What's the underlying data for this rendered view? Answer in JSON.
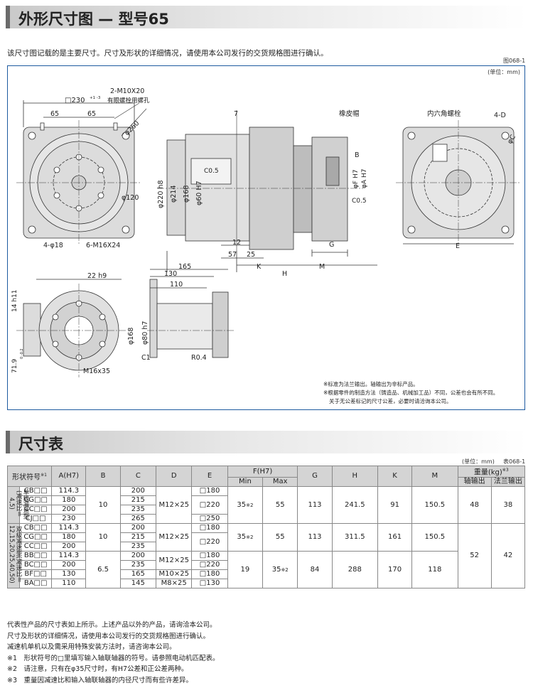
{
  "section1": {
    "title": "外形尺寸图 — 型号65"
  },
  "intro": "该尺寸图记载的是主要尺寸。尺寸及形状的详细情况，请使用本公司发行的交货规格图进行确认。",
  "figure": {
    "fig_no": "图068-1",
    "unit": "(单位：mm)",
    "labels": {
      "sq230": "□230",
      "sq230_tol": "+1 -3",
      "m10": "2-M10X20",
      "eyebolt": "有眼螺栓用螺孔",
      "d65a": "65",
      "d65b": "65",
      "phi260": "φ260",
      "phi120": "φ120",
      "holes4": "4-φ18",
      "m16x24": "6-M16X24",
      "d7": "7",
      "phi220": "φ220 h8",
      "phi214": "φ214",
      "phi168": "φ168",
      "phi60": "φ60 H7",
      "c05a": "C0.5",
      "grommet": "橡皮帽",
      "hexbolt": "内六角螺栓",
      "holes4d": "4-D",
      "phic": "φC",
      "b": "B",
      "phif": "φF H7",
      "phia": "φA H7",
      "c05b": "C0.5",
      "d12": "12",
      "d57": "57",
      "d25": "25",
      "g": "G",
      "e": "E",
      "d165": "165",
      "k": "K",
      "m": "M",
      "d130": "130",
      "h": "H",
      "d110": "110",
      "h22": "22 h9",
      "h14": "14 h11",
      "d71": "71.9",
      "d71_tol": "0 -0.2",
      "m16x35": "M16x35",
      "phi168b": "φ168",
      "phi80": "φ80 h7",
      "c1": "C1",
      "r04": "R0.4",
      "note1": "※标准为法兰输出。轴输出为非标产品。",
      "note2": "※根据零件的制造方法（铸造品、机械加工品）不同，公差也会有所不同。",
      "note3": "关于无公差标记的尺寸公差，必要时请洽询本公司。"
    }
  },
  "section2": {
    "title": "尺寸表"
  },
  "table": {
    "unit": "(单位：mm)",
    "table_no": "表068-1",
    "headers": {
      "model": "形状符号",
      "model_mark": "※1",
      "a": "A(H7)",
      "b": "B",
      "c": "C",
      "d": "D",
      "e": "E",
      "f": "F(H7)",
      "fmin": "Min",
      "fmax": "Max",
      "g": "G",
      "h": "H",
      "k": "K",
      "m": "M",
      "weight": "重量(kg)",
      "weight_mark": "※3",
      "shaft": "轴输出",
      "flange": "法兰输出"
    },
    "group1": "单级减速型(减速比＝4,5)",
    "group2": "双级减速型(减速比＝12,15,20,25,40,50)",
    "rows": {
      "cb1": "CB□□",
      "a_cb1": "114.3",
      "c_cb1": "200",
      "cg1": "CG□□",
      "a_cg1": "180",
      "c_cg1": "215",
      "cc1": "CC□□",
      "a_cc1": "200",
      "c_cc1": "235",
      "cj1": "CJ□□",
      "a_cj1": "230",
      "c_cj1": "265",
      "cb2": "CB□□",
      "a_cb2": "114.3",
      "c_cb2": "200",
      "cg2": "CG□□",
      "a_cg2": "180",
      "c_cg2": "215",
      "cc2": "CC□□",
      "a_cc2": "200",
      "c_cc2": "235",
      "bb": "BB□□",
      "a_bb": "114.3",
      "c_bb": "200",
      "bc": "BC□□",
      "a_bc": "200",
      "c_bc": "235",
      "bf": "BF□□",
      "a_bf": "130",
      "c_bf": "165",
      "ba": "BA□□",
      "a_ba": "110",
      "c_ba": "145"
    },
    "vals": {
      "b1": "10",
      "d1": "M12×25",
      "e1a": "□180",
      "e1b": "□220",
      "e1c": "□250",
      "fmin1": "35",
      "fmin_mark": "※2",
      "fmax1": "55",
      "g1": "113",
      "h1": "241.5",
      "k1": "91",
      "m1": "150.5",
      "w1s": "48",
      "w1f": "38",
      "b2": "10",
      "d2": "M12×25",
      "e2a": "□180",
      "e2b": "□220",
      "fmin2": "35",
      "fmax2": "55",
      "g2": "113",
      "h2": "311.5",
      "k2": "161",
      "m2": "150.5",
      "b3": "6.5",
      "d3a": "M12×25",
      "d3b": "M10×25",
      "d3c": "M8×25",
      "e3a": "□180",
      "e3b": "□220",
      "e3c": "□180",
      "e3d": "□130",
      "fmin3": "19",
      "fmax3": "35",
      "g3": "84",
      "h3": "288",
      "k3": "170",
      "m3": "118",
      "w2s": "52",
      "w2f": "42"
    }
  },
  "notes": {
    "n1": "代表性产品的尺寸表如上所示。上述产品以外的产品，请询洽本公司。",
    "n2": "尺寸及形状的详细情况，请使用本公司发行的交货规格图进行确认。",
    "n3": "减速机单机以及需采用特殊安装方法时，请咨询本公司。",
    "n4": "※1　形状符号的□里填写输入轴联轴器的符号。请参照电动机匹配表。",
    "n5": "※2　请注意，只有在φ35尺寸时，有H7公差和正公差两种。",
    "n6": "※3　重量因减速比和输入轴联轴器的内径尺寸而有些许差异。"
  }
}
